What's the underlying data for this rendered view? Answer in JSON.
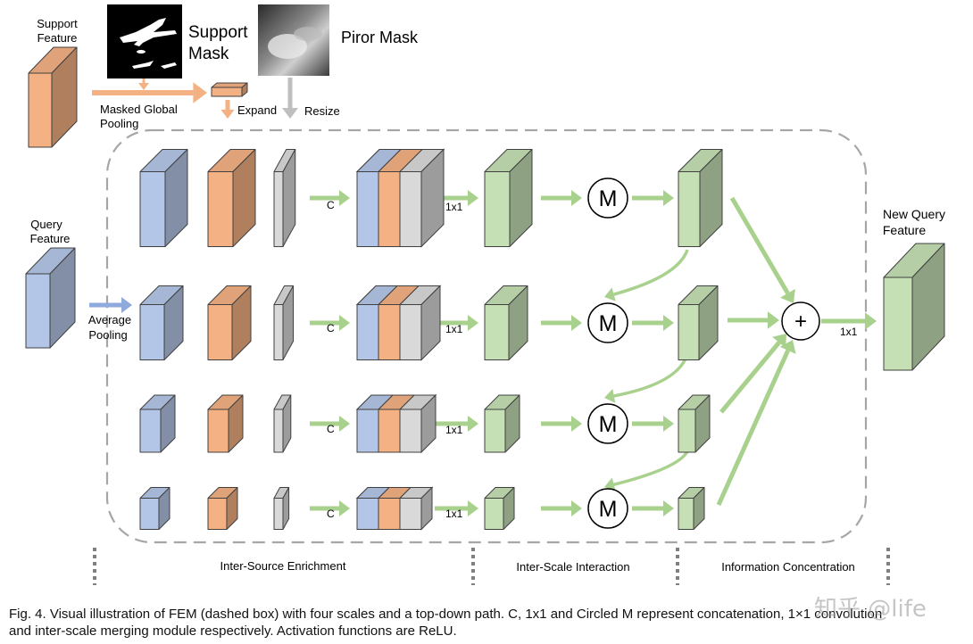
{
  "labels": {
    "support_feature": [
      "Support",
      "Feature"
    ],
    "support_mask": [
      "Support",
      "Mask"
    ],
    "prior_mask": "Piror Mask",
    "masked_global_pooling": [
      "Masked Global",
      "Pooling"
    ],
    "expand": "Expand",
    "resize": "Resize",
    "query_feature": [
      "Query",
      "Feature"
    ],
    "average_pooling": [
      "Average",
      "Pooling"
    ],
    "new_query_feature": [
      "New Query",
      "Feature"
    ],
    "concat": "C",
    "conv": "1x1",
    "merge": "M",
    "plus": "+",
    "final_conv": "1x1"
  },
  "sections": [
    "Inter-Source Enrichment",
    "Inter-Scale Interaction",
    "Information Concentration"
  ],
  "caption": [
    "Fig. 4. Visual illustration of FEM (dashed box) with four scales and a top-down path. C, 1x1 and Circled M represent concatenation, 1×1 convolution",
    "and inter-scale merging module respectively. Activation functions are ReLU."
  ],
  "watermark": "知乎 @life",
  "colors": {
    "query_blue": "#b4c6e7",
    "support_orange": "#f4b183",
    "mask_gray": "#d9d9d9",
    "feature_green": "#c5e0b4",
    "arrow_green": "#a9d18e",
    "arrow_orange": "#f4b183",
    "arrow_gray": "#bfbfbf",
    "arrow_blue": "#8faadc",
    "dashed_box": "#a6a6a6"
  }
}
